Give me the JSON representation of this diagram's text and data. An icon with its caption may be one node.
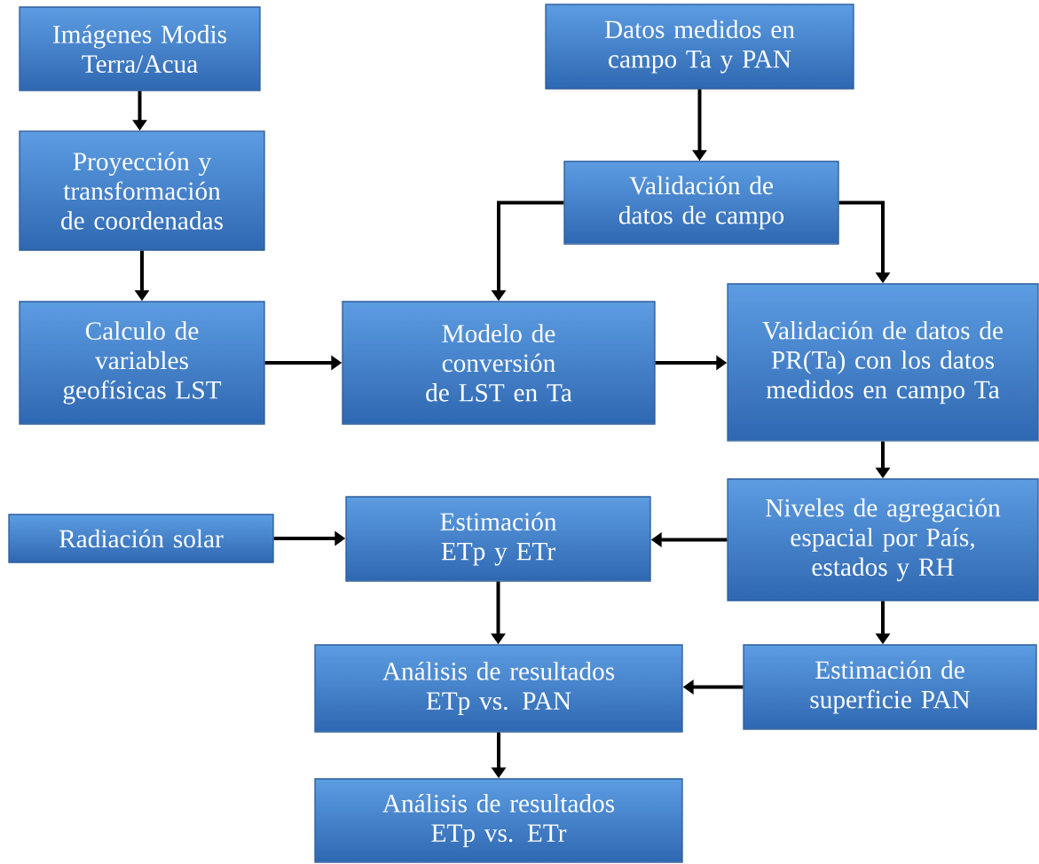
{
  "diagram": {
    "nodes": [
      {
        "text": [
          "Imágenes Modis Terra/Acua"
        ]
      },
      {
        "text": [
          "Proyección y transformación de coordenadas"
        ]
      },
      {
        "text": [
          "Calculo de variables geofísicas LST"
        ]
      },
      {
        "text": [
          "Datos medidos en campo Ta y PAN"
        ]
      },
      {
        "text": [
          "Validación de datos de campo"
        ]
      },
      {
        "text": [
          "Modelo de conversión de LST en Ta"
        ]
      },
      {
        "text": [
          "Validación de datos de PR(Ta) con los datos medidos en campo Ta"
        ]
      },
      {
        "text": [
          "Radiación solar"
        ]
      },
      {
        "text": [
          "Estimación ETp y ETr"
        ]
      },
      {
        "text": [
          "Niveles de agregación espacial por País, estados y RH"
        ]
      },
      {
        "text": [
          "Análisis de resultados ETp vs. PAN"
        ]
      },
      {
        "text": [
          "Estimación de superficie PAN"
        ]
      },
      {
        "text": [
          "Análisis de resultados ETp vs. ETr"
        ]
      }
    ],
    "edges": [
      {
        "from": 0,
        "to": 1,
        "arrow": "to"
      },
      {
        "from": 1,
        "to": 2,
        "arrow": "to"
      },
      {
        "from": 3,
        "to": 4,
        "arrow": "to"
      },
      {
        "from": 4,
        "to": 5,
        "arrow": "to"
      },
      {
        "from": 4,
        "to": 6,
        "arrow": "to"
      },
      {
        "from": 2,
        "to": 5,
        "arrow": "to"
      },
      {
        "from": 5,
        "to": 6,
        "arrow": "to"
      },
      {
        "from": 6,
        "to": 9,
        "arrow": "to"
      },
      {
        "from": 9,
        "to": 8,
        "arrow": "to"
      },
      {
        "from": 7,
        "to": 8,
        "arrow": "to"
      },
      {
        "from": 8,
        "to": 10,
        "arrow": "to"
      },
      {
        "from": 9,
        "to": 11,
        "arrow": "to"
      },
      {
        "from": 11,
        "to": 10,
        "arrow": "to"
      },
      {
        "from": 10,
        "to": 12,
        "arrow": "to"
      }
    ]
  }
}
